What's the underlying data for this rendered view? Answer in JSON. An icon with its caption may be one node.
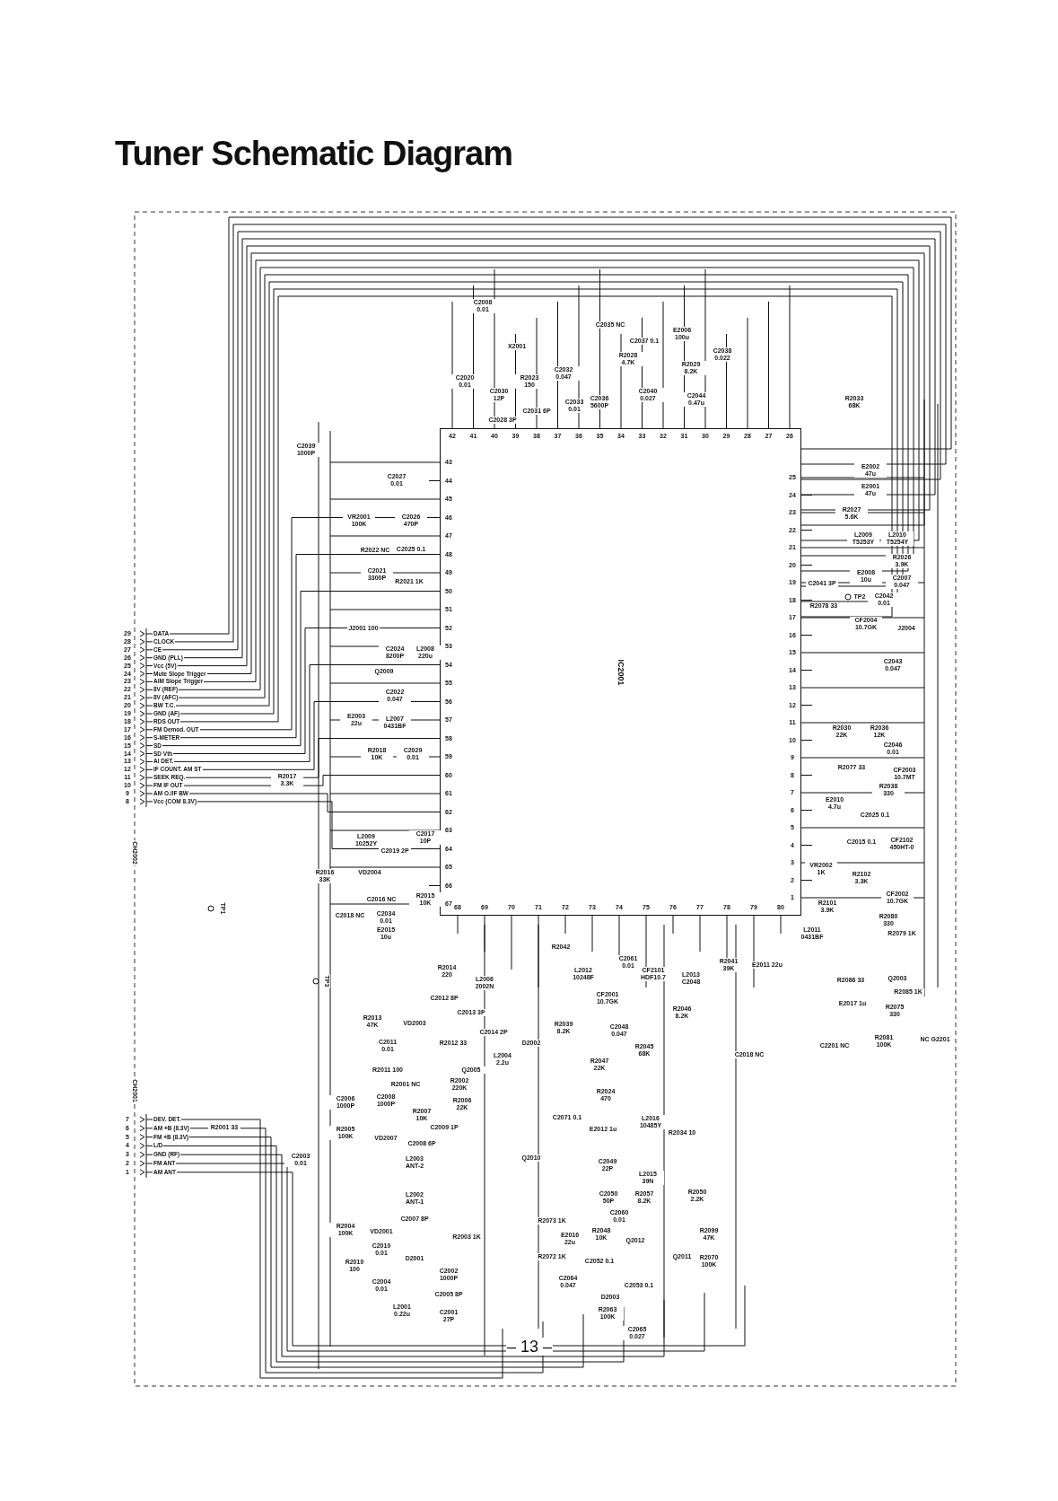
{
  "diagram": {
    "title": "Tuner Schematic Diagram",
    "nodes": [
      {
        "text": [
          "IC2001"
        ]
      }
    ],
    "labels": [
      "CH2002",
      "29",
      "DATA",
      "28",
      "CLOCK",
      "27",
      "CE",
      "26",
      "GND (PLL)",
      "25",
      "Vcc (5V)",
      "24",
      "Mute Slope Trigger",
      "23",
      "AIM Slope Trigger",
      "22",
      "8V (REF)",
      "21",
      "8V (AFC)",
      "20",
      "BW T.C.",
      "19",
      "GND (AF)",
      "18",
      "RDS OUT",
      "17",
      "FM Demod. OUT",
      "16",
      "S-METER",
      "15",
      "SD",
      "14",
      "SD Vth",
      "13",
      "AI DET.",
      "12",
      "IF COUNT. AM ST",
      "11",
      "SEEK REQ.",
      "10",
      "FM IF OUT",
      "9",
      "AM O./IF BW",
      "8",
      "Vcc (COM 8.3V)",
      "CH2001",
      "7",
      "DEV. DET.",
      "6",
      "AM +B (8.3V)",
      "5",
      "FM +B (8.3V)",
      "4",
      "L/D",
      "3",
      "GND (RF)",
      "2",
      "FM ANT",
      "1",
      "AM ANT",
      "TP1",
      "TP2",
      "TP3",
      "1",
      "2",
      "3",
      "4",
      "5",
      "6",
      "7",
      "8",
      "9",
      "10",
      "11",
      "12",
      "13",
      "14",
      "15",
      "16",
      "17",
      "18",
      "19",
      "20",
      "21",
      "22",
      "23",
      "24",
      "25",
      "26",
      "27",
      "28",
      "29",
      "30",
      "31",
      "32",
      "33",
      "34",
      "35",
      "36",
      "37",
      "38",
      "39",
      "40",
      "41",
      "42",
      "43",
      "44",
      "45",
      "46",
      "47",
      "48",
      "49",
      "50",
      "51",
      "52",
      "53",
      "54",
      "55",
      "56",
      "57",
      "58",
      "59",
      "60",
      "61",
      "62",
      "63",
      "64",
      "65",
      "66",
      "67",
      "68",
      "69",
      "70",
      "71",
      "72",
      "73",
      "74",
      "75",
      "76",
      "77",
      "78",
      "79",
      "80",
      "– 13 –",
      "C2008 0.01",
      "X2001",
      "C2020 0.01",
      "C2030 12P",
      "C2028 3P",
      "R2023 150",
      "C2031 6P",
      "C2032 0.047",
      "C2033 0.01",
      "C2035 NC",
      "C2036 5600P",
      "R2028 4.7K",
      "C2037 0.1",
      "C2040 0.027",
      "E2006 100u",
      "R2029 8.2K",
      "C2044 0.47u",
      "C2038 0.022",
      "R2033 68K",
      "C2039 1000P",
      "C2027 0.01",
      "VR2001 100K",
      "C2026 470P",
      "R2022 NC",
      "C2025 0.1",
      "C2021 3300P",
      "R2021 1K",
      "J2001 100",
      "C2024 8200P",
      "L2008 220u",
      "Q2009",
      "C2022 0.047",
      "E2003 22u",
      "L2007 0431BF",
      "R2018 10K",
      "C2029 0.01",
      "R2017 3.3K",
      "L2009 10252Y",
      "C2019 2P",
      "C2017 10P",
      "R2016 33K",
      "VD2004",
      "C2016 NC",
      "R2015 10K",
      "C2018 NC",
      "C2034 0.01",
      "E2015 10u",
      "E2002 47u",
      "E2001 47u",
      "R2027 5.6K",
      "L2009 T5253Y",
      "L2010 T5254Y",
      "R2026 3.9K",
      "C2041 3P",
      "E2008 10u",
      "C2007 0.047",
      "R2078 33",
      "C2042 0.01",
      "CF2004 10.7GK",
      "J2004",
      "C2043 0.047",
      "R2030 22K",
      "R2036 12K",
      "C2046 0.01",
      "R2077 33",
      "CF2003 10.7MT",
      "R2038 330",
      "E2010 4.7u",
      "C2025 0.1",
      "C2015 0.1",
      "CF2102 450HT-0",
      "VR2002 1K",
      "R2102 3.3K",
      "R2101 3.9K",
      "CF2002 10.7GK",
      "R2080 330",
      "L2011 0431BF",
      "R2079 1K",
      "Q2003",
      "R2086 33",
      "E2017 1u",
      "R2075 330",
      "R2085 1K",
      "R2081 100K",
      "C2201 NC",
      "NC G2201",
      "R2014 220",
      "L2006 2002N",
      "C2012 8P",
      "R2013 47K",
      "VD2003",
      "C2013 3P",
      "C2014 2P",
      "R2012 33",
      "C2011 0.01",
      "L2004 2.2u",
      "R2011 100",
      "Q2005",
      "R2001 NC",
      "R2002 220K",
      "C2006 1000P",
      "C2008 1000P",
      "R2007 10K",
      "R2006 22K",
      "C2009 1P",
      "R2005 100K",
      "VD2007",
      "C2008 6P",
      "L2003 ANT-2",
      "L2002 ANT-1",
      "C2007 8P",
      "R2004 100K",
      "VD2001",
      "R2003 1K",
      "C2010 0.01",
      "R2010 100",
      "D2001",
      "C2002 1000P",
      "C2004 0.01",
      "C2005 8P",
      "C2001 27P",
      "L2001 0.22u",
      "C2003 0.01",
      "R2001 33",
      "D2002",
      "R2042",
      "L2012 10248F",
      "R2039 8.2K",
      "C2061 0.01",
      "CF2001 10.7GK",
      "CF2101 HDF10.7",
      "L2013 C2048",
      "R2041 39K",
      "E2011 22u",
      "R2046 8.2K",
      "C2048 0.047",
      "R2045 68K",
      "R2047 22K",
      "C2018 NC",
      "R2024 470",
      "C2071 0.1",
      "L2016 10485Y",
      "Q2010",
      "E2012 1u",
      "R2034 10",
      "C2049 22P",
      "L2015 39N",
      "C2050 50P",
      "R2057 8.2K",
      "R2050 2.2K",
      "C2060 0.01",
      "R2073 1K",
      "E2016 22u",
      "R2048 10K",
      "Q2012",
      "Q2011",
      "R2099 47K",
      "R2072 1K",
      "C2052 0.1",
      "R2070 100K",
      "C2064 0.047",
      "C2053 0.1",
      "D2003",
      "R2063 100K",
      "C2065 0.027"
    ]
  }
}
